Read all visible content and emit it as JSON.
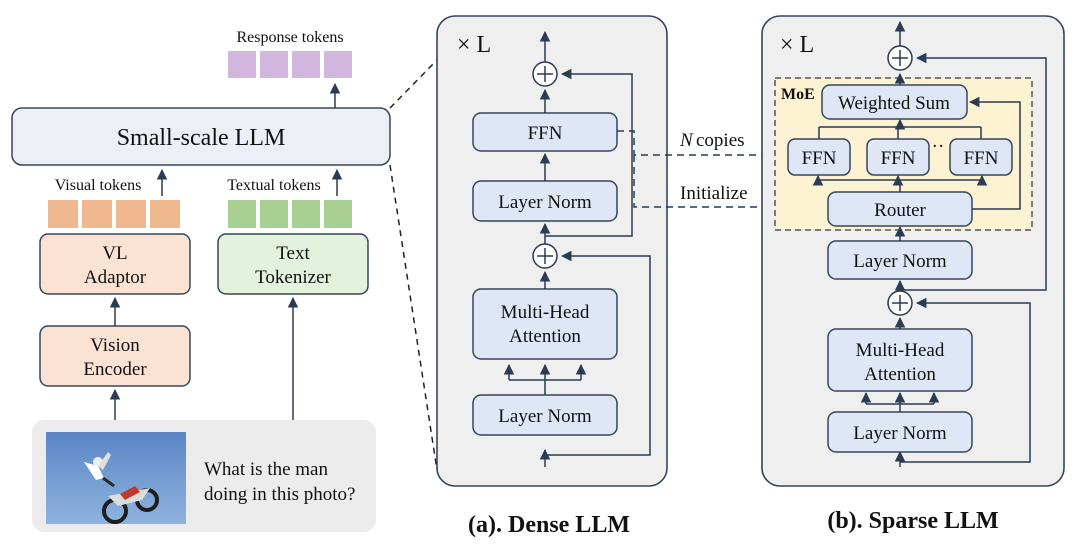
{
  "left": {
    "response_tokens_label": "Response tokens",
    "llm_label": "Small-scale LLM",
    "visual_tokens_label": "Visual tokens",
    "textual_tokens_label": "Textual tokens",
    "vl_adaptor": [
      "VL",
      "Adaptor"
    ],
    "text_tokenizer": [
      "Text",
      "Tokenizer"
    ],
    "vision_encoder": [
      "Vision",
      "Encoder"
    ],
    "question": [
      "What is the man",
      "doing in this photo?"
    ],
    "photo_icon": "motocross-photo"
  },
  "dense": {
    "repeat": "× L",
    "ffn": "FFN",
    "layer_norm_top": "Layer Norm",
    "mha": [
      "Multi-Head",
      "Attention"
    ],
    "layer_norm_bottom": "Layer Norm",
    "caption": "(a). Dense LLM"
  },
  "links": {
    "n_copies_n": "N",
    "n_copies_text": "copies",
    "initialize": "Initialize"
  },
  "sparse": {
    "repeat": "× L",
    "moe_label": "MoE",
    "weighted_sum": "Weighted Sum",
    "ffn": [
      "FFN",
      "FFN",
      "FFN"
    ],
    "ellipsis": "··",
    "router": "Router",
    "layer_norm_top": "Layer Norm",
    "mha": [
      "Multi-Head",
      "Attention"
    ],
    "layer_norm_bottom": "Layer Norm",
    "caption": "(b). Sparse LLM"
  },
  "colors": {
    "block": "#dfe6f5",
    "token_response": "#d2b6de",
    "token_visual": "#f0b88f",
    "token_text": "#a9cf92",
    "moe_background": "#fdf2d2",
    "panel": "#efefef"
  }
}
